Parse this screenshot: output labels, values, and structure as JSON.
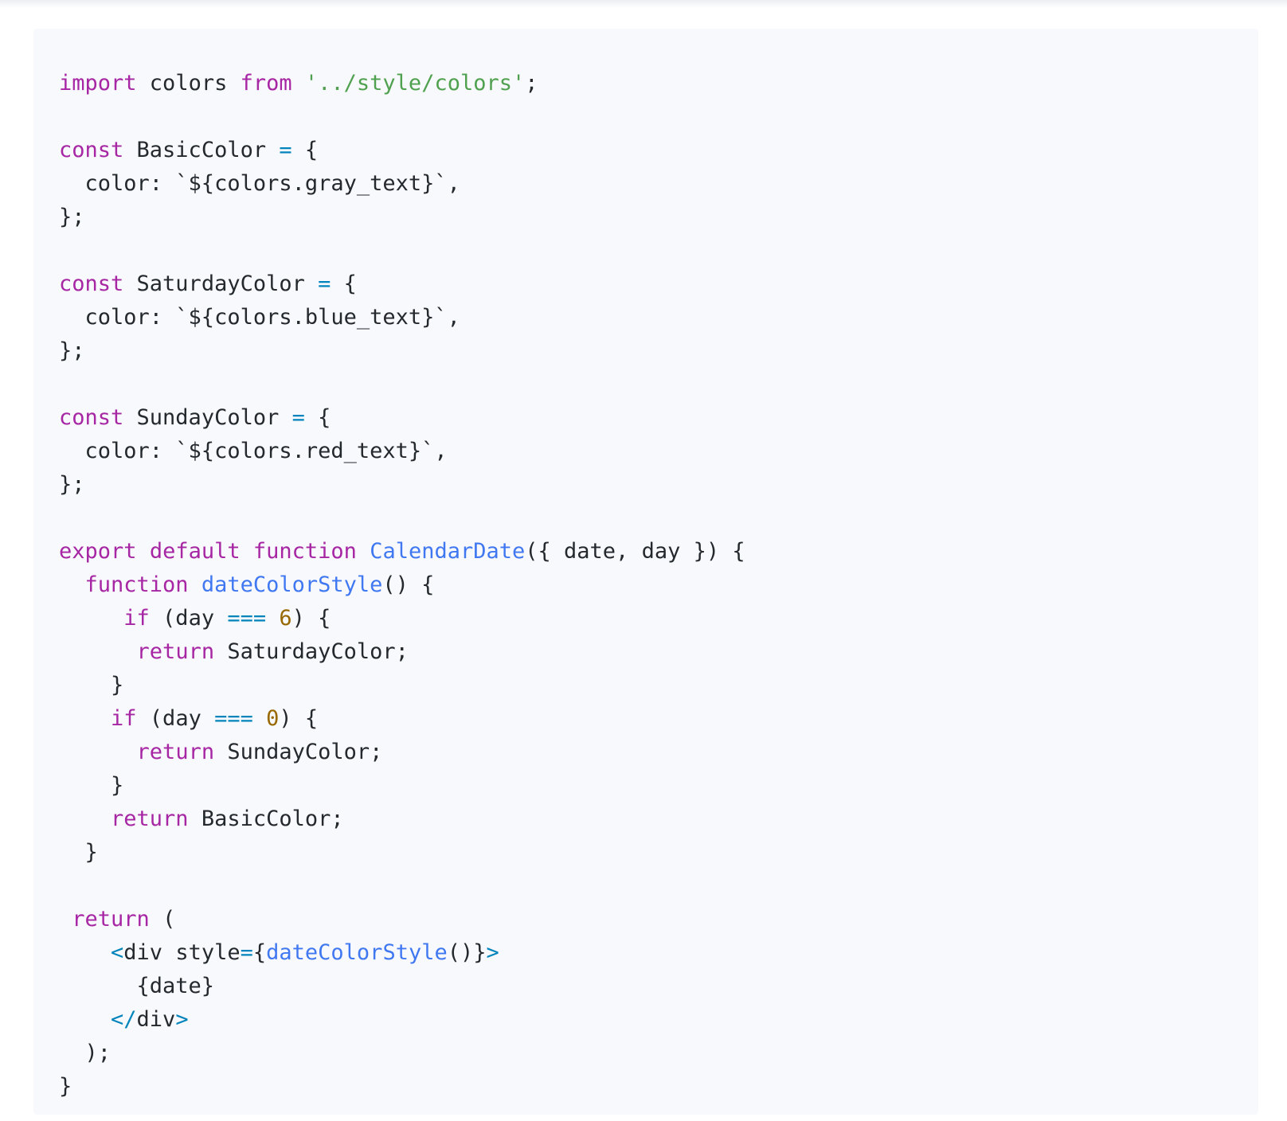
{
  "colors": {
    "keyword": "#a626a4",
    "string": "#50a14f",
    "operator": "#0184bc",
    "function": "#4078f2",
    "number": "#986801",
    "text": "#24292e",
    "background": "#f8f9fc"
  },
  "code": {
    "lines": [
      [
        {
          "t": "kw",
          "v": "import"
        },
        {
          "t": "txt",
          "v": " colors "
        },
        {
          "t": "kw",
          "v": "from"
        },
        {
          "t": "txt",
          "v": " "
        },
        {
          "t": "str",
          "v": "'../style/colors'"
        },
        {
          "t": "txt",
          "v": ";"
        }
      ],
      [],
      [
        {
          "t": "kw",
          "v": "const"
        },
        {
          "t": "txt",
          "v": " BasicColor "
        },
        {
          "t": "op",
          "v": "="
        },
        {
          "t": "txt",
          "v": " {"
        }
      ],
      [
        {
          "t": "txt",
          "v": "  color: `${colors.gray_text}`,"
        }
      ],
      [
        {
          "t": "txt",
          "v": "};"
        }
      ],
      [],
      [
        {
          "t": "kw",
          "v": "const"
        },
        {
          "t": "txt",
          "v": " SaturdayColor "
        },
        {
          "t": "op",
          "v": "="
        },
        {
          "t": "txt",
          "v": " {"
        }
      ],
      [
        {
          "t": "txt",
          "v": "  color: `${colors.blue_text}`,"
        }
      ],
      [
        {
          "t": "txt",
          "v": "};"
        }
      ],
      [],
      [
        {
          "t": "kw",
          "v": "const"
        },
        {
          "t": "txt",
          "v": " SundayColor "
        },
        {
          "t": "op",
          "v": "="
        },
        {
          "t": "txt",
          "v": " {"
        }
      ],
      [
        {
          "t": "txt",
          "v": "  color: `${colors.red_text}`,"
        }
      ],
      [
        {
          "t": "txt",
          "v": "};"
        }
      ],
      [],
      [
        {
          "t": "kw",
          "v": "export"
        },
        {
          "t": "txt",
          "v": " "
        },
        {
          "t": "kw",
          "v": "default"
        },
        {
          "t": "txt",
          "v": " "
        },
        {
          "t": "kw",
          "v": "function"
        },
        {
          "t": "txt",
          "v": " "
        },
        {
          "t": "fn",
          "v": "CalendarDate"
        },
        {
          "t": "txt",
          "v": "({ date, day }) {"
        }
      ],
      [
        {
          "t": "txt",
          "v": "  "
        },
        {
          "t": "kw",
          "v": "function"
        },
        {
          "t": "txt",
          "v": " "
        },
        {
          "t": "fn",
          "v": "dateColorStyle"
        },
        {
          "t": "txt",
          "v": "() {"
        }
      ],
      [
        {
          "t": "txt",
          "v": "     "
        },
        {
          "t": "kw",
          "v": "if"
        },
        {
          "t": "txt",
          "v": " (day "
        },
        {
          "t": "op",
          "v": "==="
        },
        {
          "t": "txt",
          "v": " "
        },
        {
          "t": "num",
          "v": "6"
        },
        {
          "t": "txt",
          "v": ") {"
        }
      ],
      [
        {
          "t": "txt",
          "v": "      "
        },
        {
          "t": "kw",
          "v": "return"
        },
        {
          "t": "txt",
          "v": " SaturdayColor;"
        }
      ],
      [
        {
          "t": "txt",
          "v": "    }"
        }
      ],
      [
        {
          "t": "txt",
          "v": "    "
        },
        {
          "t": "kw",
          "v": "if"
        },
        {
          "t": "txt",
          "v": " (day "
        },
        {
          "t": "op",
          "v": "==="
        },
        {
          "t": "txt",
          "v": " "
        },
        {
          "t": "num",
          "v": "0"
        },
        {
          "t": "txt",
          "v": ") {"
        }
      ],
      [
        {
          "t": "txt",
          "v": "      "
        },
        {
          "t": "kw",
          "v": "return"
        },
        {
          "t": "txt",
          "v": " SundayColor;"
        }
      ],
      [
        {
          "t": "txt",
          "v": "    }"
        }
      ],
      [
        {
          "t": "txt",
          "v": "    "
        },
        {
          "t": "kw",
          "v": "return"
        },
        {
          "t": "txt",
          "v": " BasicColor;"
        }
      ],
      [
        {
          "t": "txt",
          "v": "  }"
        }
      ],
      [],
      [
        {
          "t": "txt",
          "v": " "
        },
        {
          "t": "kw",
          "v": "return"
        },
        {
          "t": "txt",
          "v": " ("
        }
      ],
      [
        {
          "t": "txt",
          "v": "    "
        },
        {
          "t": "tag",
          "v": "<"
        },
        {
          "t": "txt",
          "v": "div style"
        },
        {
          "t": "op",
          "v": "="
        },
        {
          "t": "txt",
          "v": "{"
        },
        {
          "t": "fn",
          "v": "dateColorStyle"
        },
        {
          "t": "txt",
          "v": "()}"
        },
        {
          "t": "tag",
          "v": ">"
        }
      ],
      [
        {
          "t": "txt",
          "v": "      {date}"
        }
      ],
      [
        {
          "t": "txt",
          "v": "    "
        },
        {
          "t": "tag",
          "v": "</"
        },
        {
          "t": "txt",
          "v": "div"
        },
        {
          "t": "tag",
          "v": ">"
        }
      ],
      [
        {
          "t": "txt",
          "v": "  );"
        }
      ],
      [
        {
          "t": "txt",
          "v": "}"
        }
      ]
    ]
  }
}
